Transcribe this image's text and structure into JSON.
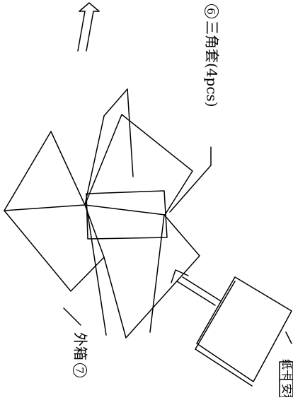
{
  "labels": {
    "triangle_sleeve": {
      "number": "6",
      "text": "三角套(4pcs)"
    },
    "outer_carton": {
      "number": "7",
      "text": "外箱"
    },
    "cut_label": {
      "text": "纸卡 安利"
    }
  }
}
